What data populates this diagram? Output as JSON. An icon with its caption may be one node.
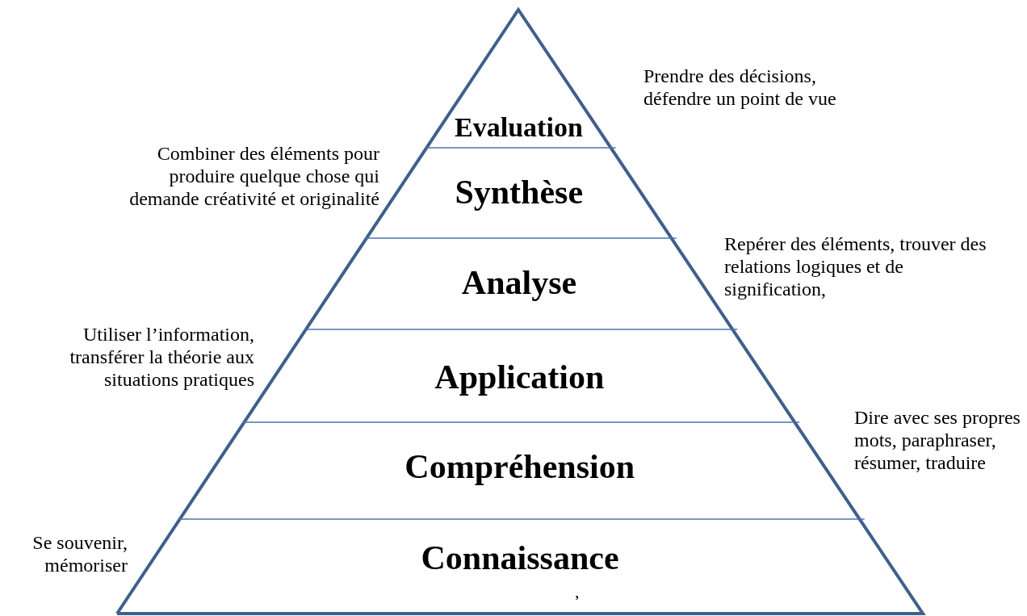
{
  "diagram": {
    "nodes": [
      {
        "text": [
          "Evaluation"
        ]
      },
      {
        "text": [
          "Synthèse"
        ]
      },
      {
        "text": [
          "Analyse"
        ]
      },
      {
        "text": [
          "Application"
        ]
      },
      {
        "text": [
          "Compréhension"
        ]
      },
      {
        "text": [
          "Connaissance"
        ]
      }
    ],
    "labels": [
      "Prendre des décisions, défendre un point de vue",
      "Combiner des éléments pour produire quelque chose qui demande créativité et originalité",
      "Repérer des éléments, trouver des relations logiques et de signification,",
      "Utiliser l’information, transférer la théorie aux situations pratiques",
      "Dire avec ses propres mots, paraphraser, résumer, traduire",
      "Se souvenir, mémoriser",
      ","
    ]
  }
}
